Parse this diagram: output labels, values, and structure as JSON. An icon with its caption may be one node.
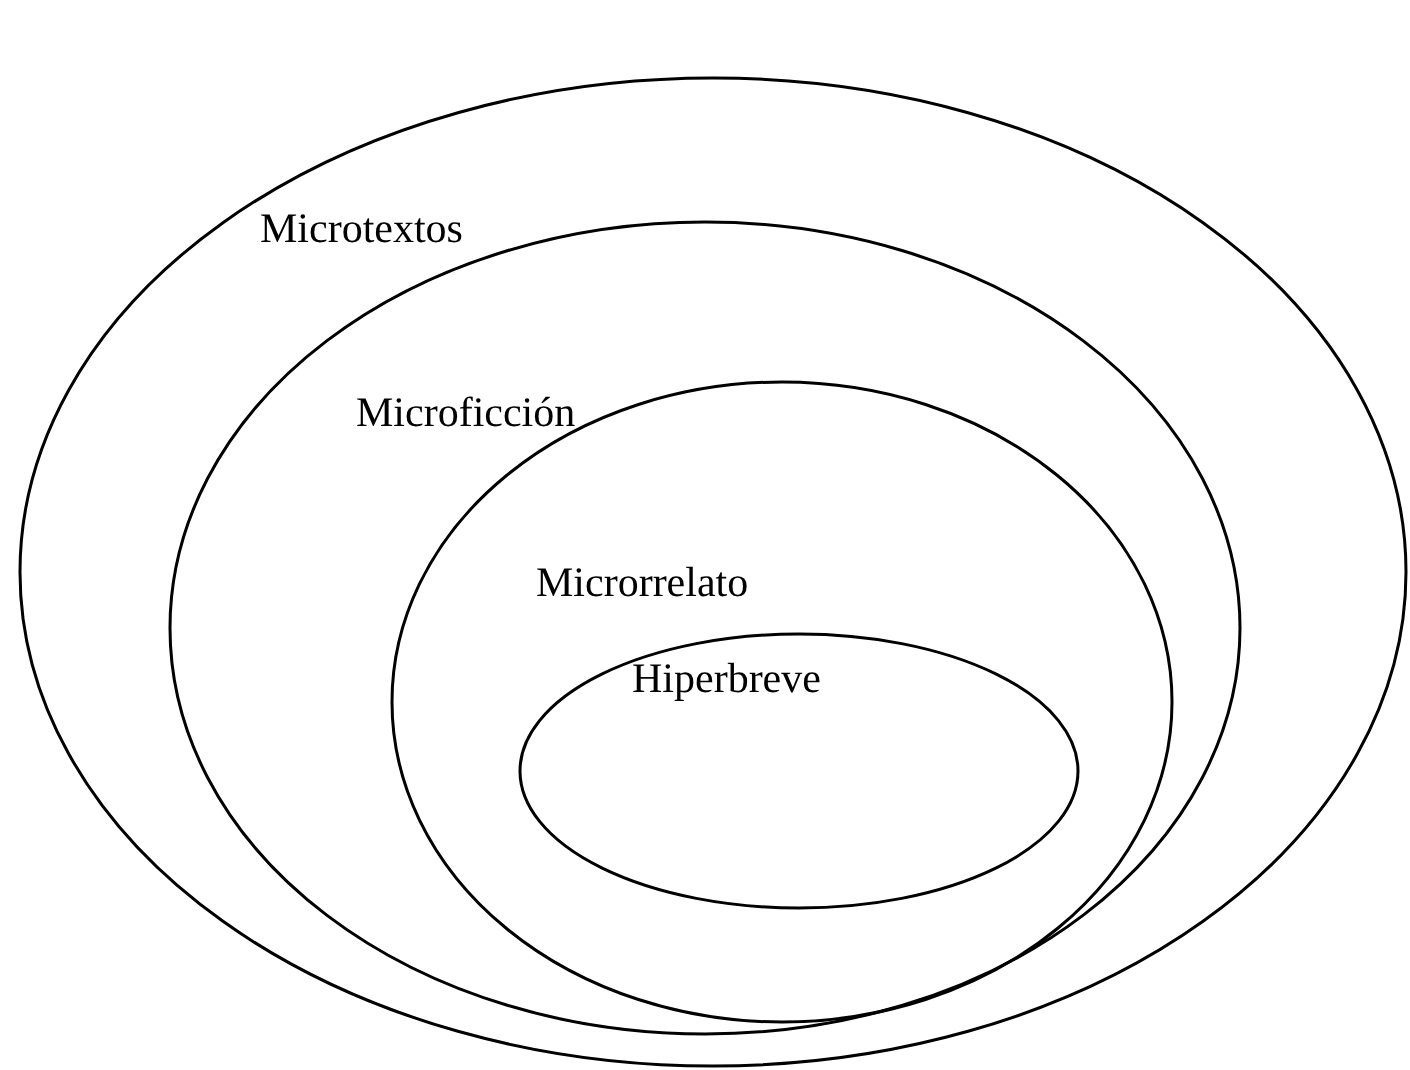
{
  "diagram": {
    "nodes": [
      {
        "text": [
          "Microtextos"
        ]
      },
      {
        "text": [
          "Microficción"
        ],
        "in": 0
      },
      {
        "text": [
          "Microrrelato"
        ],
        "in": 1
      },
      {
        "text": [
          "Hiperbreve"
        ],
        "in": 2
      }
    ]
  }
}
